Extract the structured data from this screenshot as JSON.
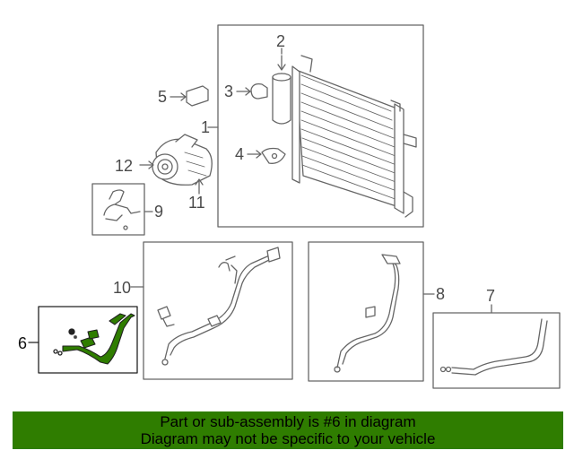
{
  "callouts": {
    "c1": "1",
    "c2": "2",
    "c3": "3",
    "c4": "4",
    "c5": "5",
    "c6": "6",
    "c7": "7",
    "c8": "8",
    "c9": "9",
    "c10": "10",
    "c11": "11",
    "c12": "12"
  },
  "banner": {
    "line1": "Part or sub-assembly is #6 in diagram",
    "line2": "Diagram may not be specific to your vehicle"
  },
  "colors": {
    "banner_bg": "#2f7d00",
    "highlight_part": "#2f7d00",
    "line_art": "#5a5a5a"
  }
}
